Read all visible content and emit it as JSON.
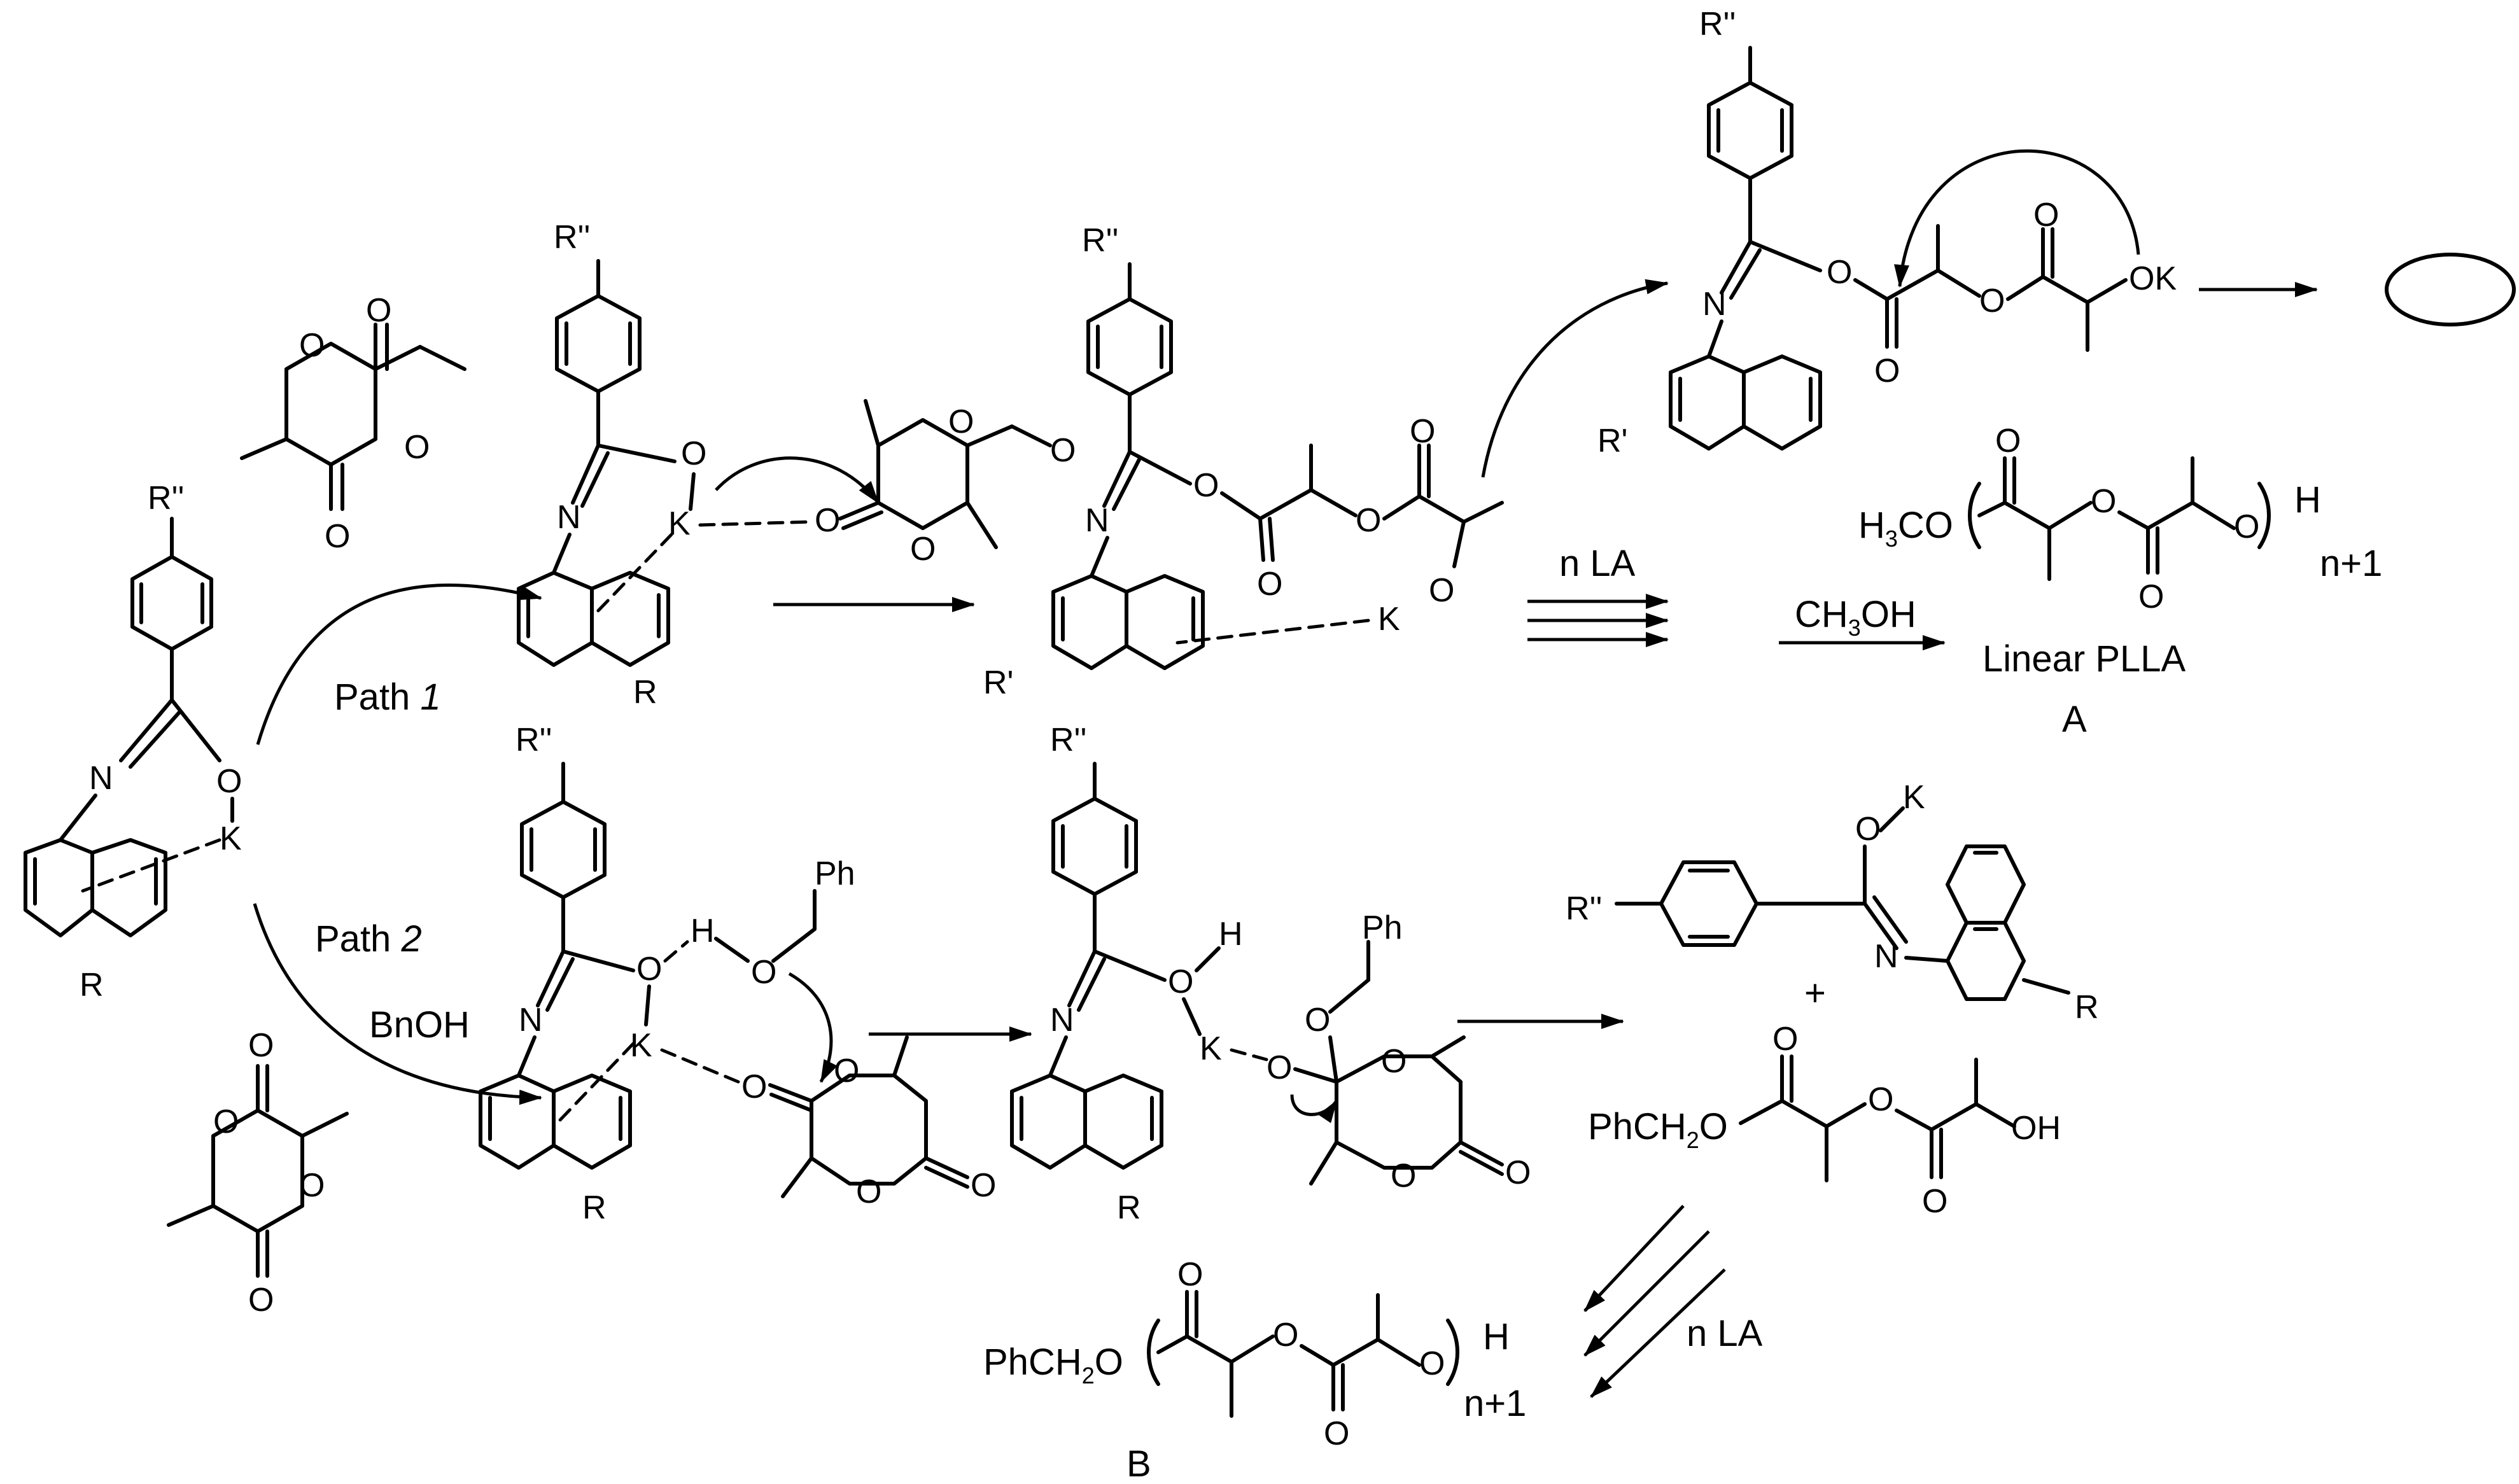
{
  "labels": {
    "r_double_prime": "R''",
    "r_prime": "R'",
    "r": "R",
    "n": "N",
    "o": "O",
    "k": "K",
    "h": "H",
    "ok": "OK",
    "oh": "OH",
    "ph": "Ph"
  },
  "path1": {
    "prefix": "Path ",
    "num": "1"
  },
  "path2": {
    "prefix": "Path ",
    "num": "2"
  },
  "reagents": {
    "bnoh": "BnOH",
    "n_la": "n LA",
    "ch3oh_prefix": "CH",
    "ch3oh_sub": "3",
    "ch3oh_suffix": "OH"
  },
  "product_a": {
    "h3co_prefix": "H",
    "h3co_sub": "3",
    "h3co_suffix": "CO",
    "oh_h": "H",
    "repeat": "n+1",
    "name": "Linear PLLA",
    "letter": "A"
  },
  "product_b": {
    "phch2o_prefix": "PhCH",
    "phch2o_sub": "2",
    "phch2o_suffix": "O",
    "oh_h": "H",
    "repeat": "n+1",
    "letter": "B"
  },
  "plus": "+"
}
